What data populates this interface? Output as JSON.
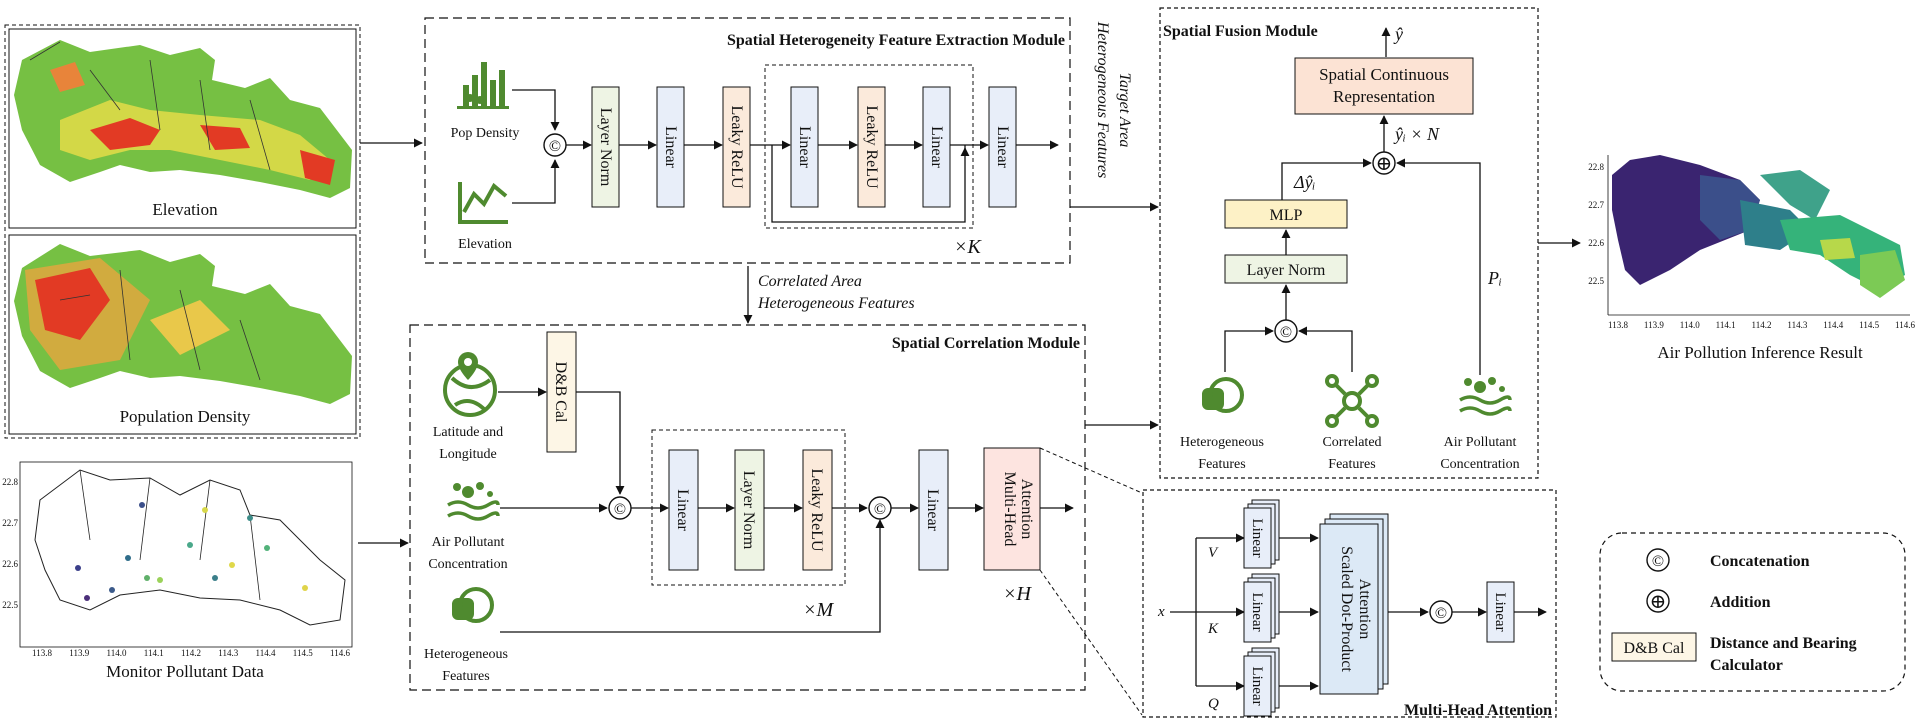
{
  "modules": {
    "heterogeneity": {
      "title": "Spatial Heterogeneity Feature Extraction Module",
      "repeat": "×K"
    },
    "correlation": {
      "title": "Spatial Correlation Module",
      "repeat_m": "×M",
      "repeat_h": "×H"
    },
    "fusion": {
      "title": "Spatial Fusion Module"
    },
    "mha": {
      "title": "Multi-Head Attention"
    }
  },
  "inputs": {
    "elevation_map": "Elevation",
    "population_map": "Population Density",
    "monitor_map": "Monitor Pollutant Data",
    "pop_density": "Pop Density",
    "elevation": "Elevation",
    "lat_lon_1": "Latitude and",
    "lat_lon_2": "Longitude",
    "air_pollutant_1": "Air Pollutant",
    "air_pollutant_2": "Concentration",
    "hetero_1": "Heterogeneous",
    "hetero_2": "Features",
    "correlated_1": "Correlated",
    "correlated_2": "Features"
  },
  "blocks": {
    "layer_norm": "Layer Norm",
    "linear": "Linear",
    "leaky_relu": "Leaky ReLU",
    "db_cal": "D&B Cal",
    "mha_block_1": "Multi-Head",
    "mha_block_2": "Attention",
    "sdpa_1": "Scaled Dot-Product",
    "sdpa_2": "Attention",
    "mlp": "MLP",
    "scr_1": "Spatial Continuous",
    "scr_2": "Representation"
  },
  "edges": {
    "target_1": "Target Area",
    "target_2": "Heterogeneous Features",
    "correlated_1": "Correlated Area",
    "correlated_2": "Heterogeneous Features"
  },
  "math": {
    "y_hat": "ŷ",
    "yi_n": "ŷᵢ × N",
    "delta_yi": "Δŷᵢ",
    "p_i": "Pᵢ",
    "concat": "©",
    "plus": "⊕",
    "v": "V",
    "k": "K",
    "q": "Q",
    "x": "x"
  },
  "legend": {
    "concat_label": "Concatenation",
    "add_label": "Addition",
    "db_box": "D&B Cal",
    "db_label_1": "Distance and Bearing",
    "db_label_2": "Calculator"
  },
  "monitor_chart": {
    "x_ticks": [
      "113.8",
      "113.9",
      "114.0",
      "114.1",
      "114.2",
      "114.3",
      "114.4",
      "114.5",
      "114.6"
    ],
    "y_ticks": [
      "22.8",
      "22.7",
      "22.6",
      "22.5"
    ]
  },
  "result_chart": {
    "title": "Air Pollution Inference Result",
    "x_ticks": [
      "113.8",
      "113.9",
      "114.0",
      "114.1",
      "114.2",
      "114.3",
      "114.4",
      "114.5",
      "114.6"
    ],
    "y_ticks": [
      "22.8",
      "22.7",
      "22.6",
      "22.5"
    ]
  },
  "colors": {
    "layer_norm": "#eef4e4",
    "linear": "#e8eef9",
    "leaky_relu": "#fbeadb",
    "mha": "#fde4e0",
    "mlp": "#fdf1c6",
    "scr": "#fce3d4",
    "sdpa": "#dce9f6",
    "icon_green": "#4f8a2f"
  }
}
